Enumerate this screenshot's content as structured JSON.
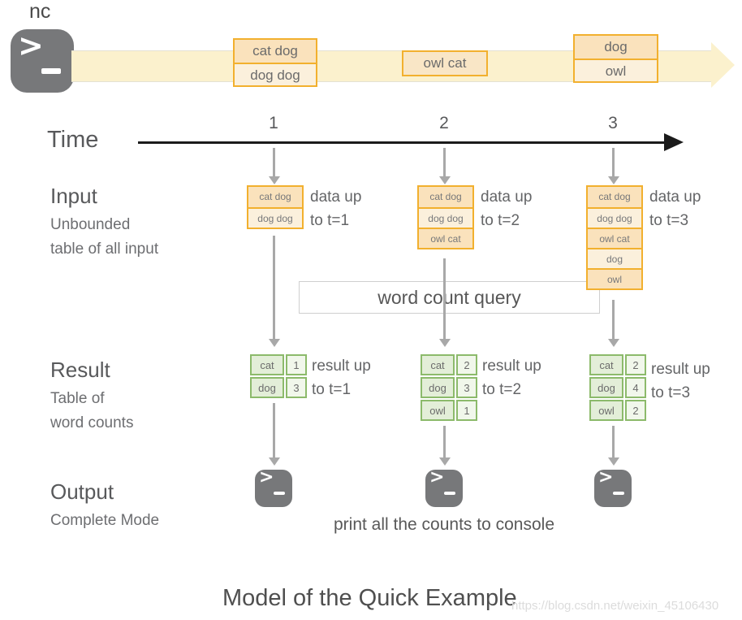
{
  "stream": {
    "source_label": "nc",
    "icon": "terminal-prompt-icon",
    "batches": [
      {
        "rows": [
          "cat dog",
          "dog dog"
        ]
      },
      {
        "rows": [
          "owl cat"
        ]
      },
      {
        "rows": [
          "dog",
          "owl"
        ]
      }
    ]
  },
  "time_axis": {
    "label": "Time",
    "ticks": [
      "1",
      "2",
      "3"
    ]
  },
  "sections": {
    "input": {
      "title": "Input",
      "subtitle1": "Unbounded",
      "subtitle2": "table of all input"
    },
    "result": {
      "title": "Result",
      "subtitle1": "Table of",
      "subtitle2": "word counts"
    },
    "output": {
      "title": "Output",
      "subtitle1": "Complete Mode"
    }
  },
  "query": {
    "label": "word count query"
  },
  "columns": [
    {
      "tick": "1",
      "input_rows": [
        "cat dog",
        "dog dog"
      ],
      "input_caption_line1": "data up",
      "input_caption_line2": "to t=1",
      "result_rows": [
        {
          "word": "cat",
          "count": "1"
        },
        {
          "word": "dog",
          "count": "3"
        }
      ],
      "result_caption_line1": "result up",
      "result_caption_line2": "to t=1"
    },
    {
      "tick": "2",
      "input_rows": [
        "cat dog",
        "dog dog",
        "owl cat"
      ],
      "input_caption_line1": "data up",
      "input_caption_line2": "to t=2",
      "result_rows": [
        {
          "word": "cat",
          "count": "2"
        },
        {
          "word": "dog",
          "count": "3"
        },
        {
          "word": "owl",
          "count": "1"
        }
      ],
      "result_caption_line1": "result up",
      "result_caption_line2": "to t=2"
    },
    {
      "tick": "3",
      "input_rows": [
        "cat dog",
        "dog dog",
        "owl cat",
        "dog",
        "owl"
      ],
      "input_caption_line1": "data up",
      "input_caption_line2": "to t=3",
      "result_rows": [
        {
          "word": "cat",
          "count": "2"
        },
        {
          "word": "dog",
          "count": "4"
        },
        {
          "word": "owl",
          "count": "2"
        }
      ],
      "result_caption_line1": "result up",
      "result_caption_line2": "to t=3"
    }
  ],
  "output_caption": "print all the counts to console",
  "footer": {
    "title": "Model of the Quick Example",
    "watermark": "https://blog.csdn.net/weixin_45106430"
  },
  "colors": {
    "band": "#FBF1CD",
    "orange_border": "#F2B02E",
    "orange_dark": "#FAE2BC",
    "orange_light": "#FBF0DC",
    "green_border": "#8CBA6B",
    "green_word": "#E3EED8",
    "green_count": "#F1F7EB",
    "terminal_gray": "#77787A",
    "arrow_gray": "#A8A8A8"
  }
}
